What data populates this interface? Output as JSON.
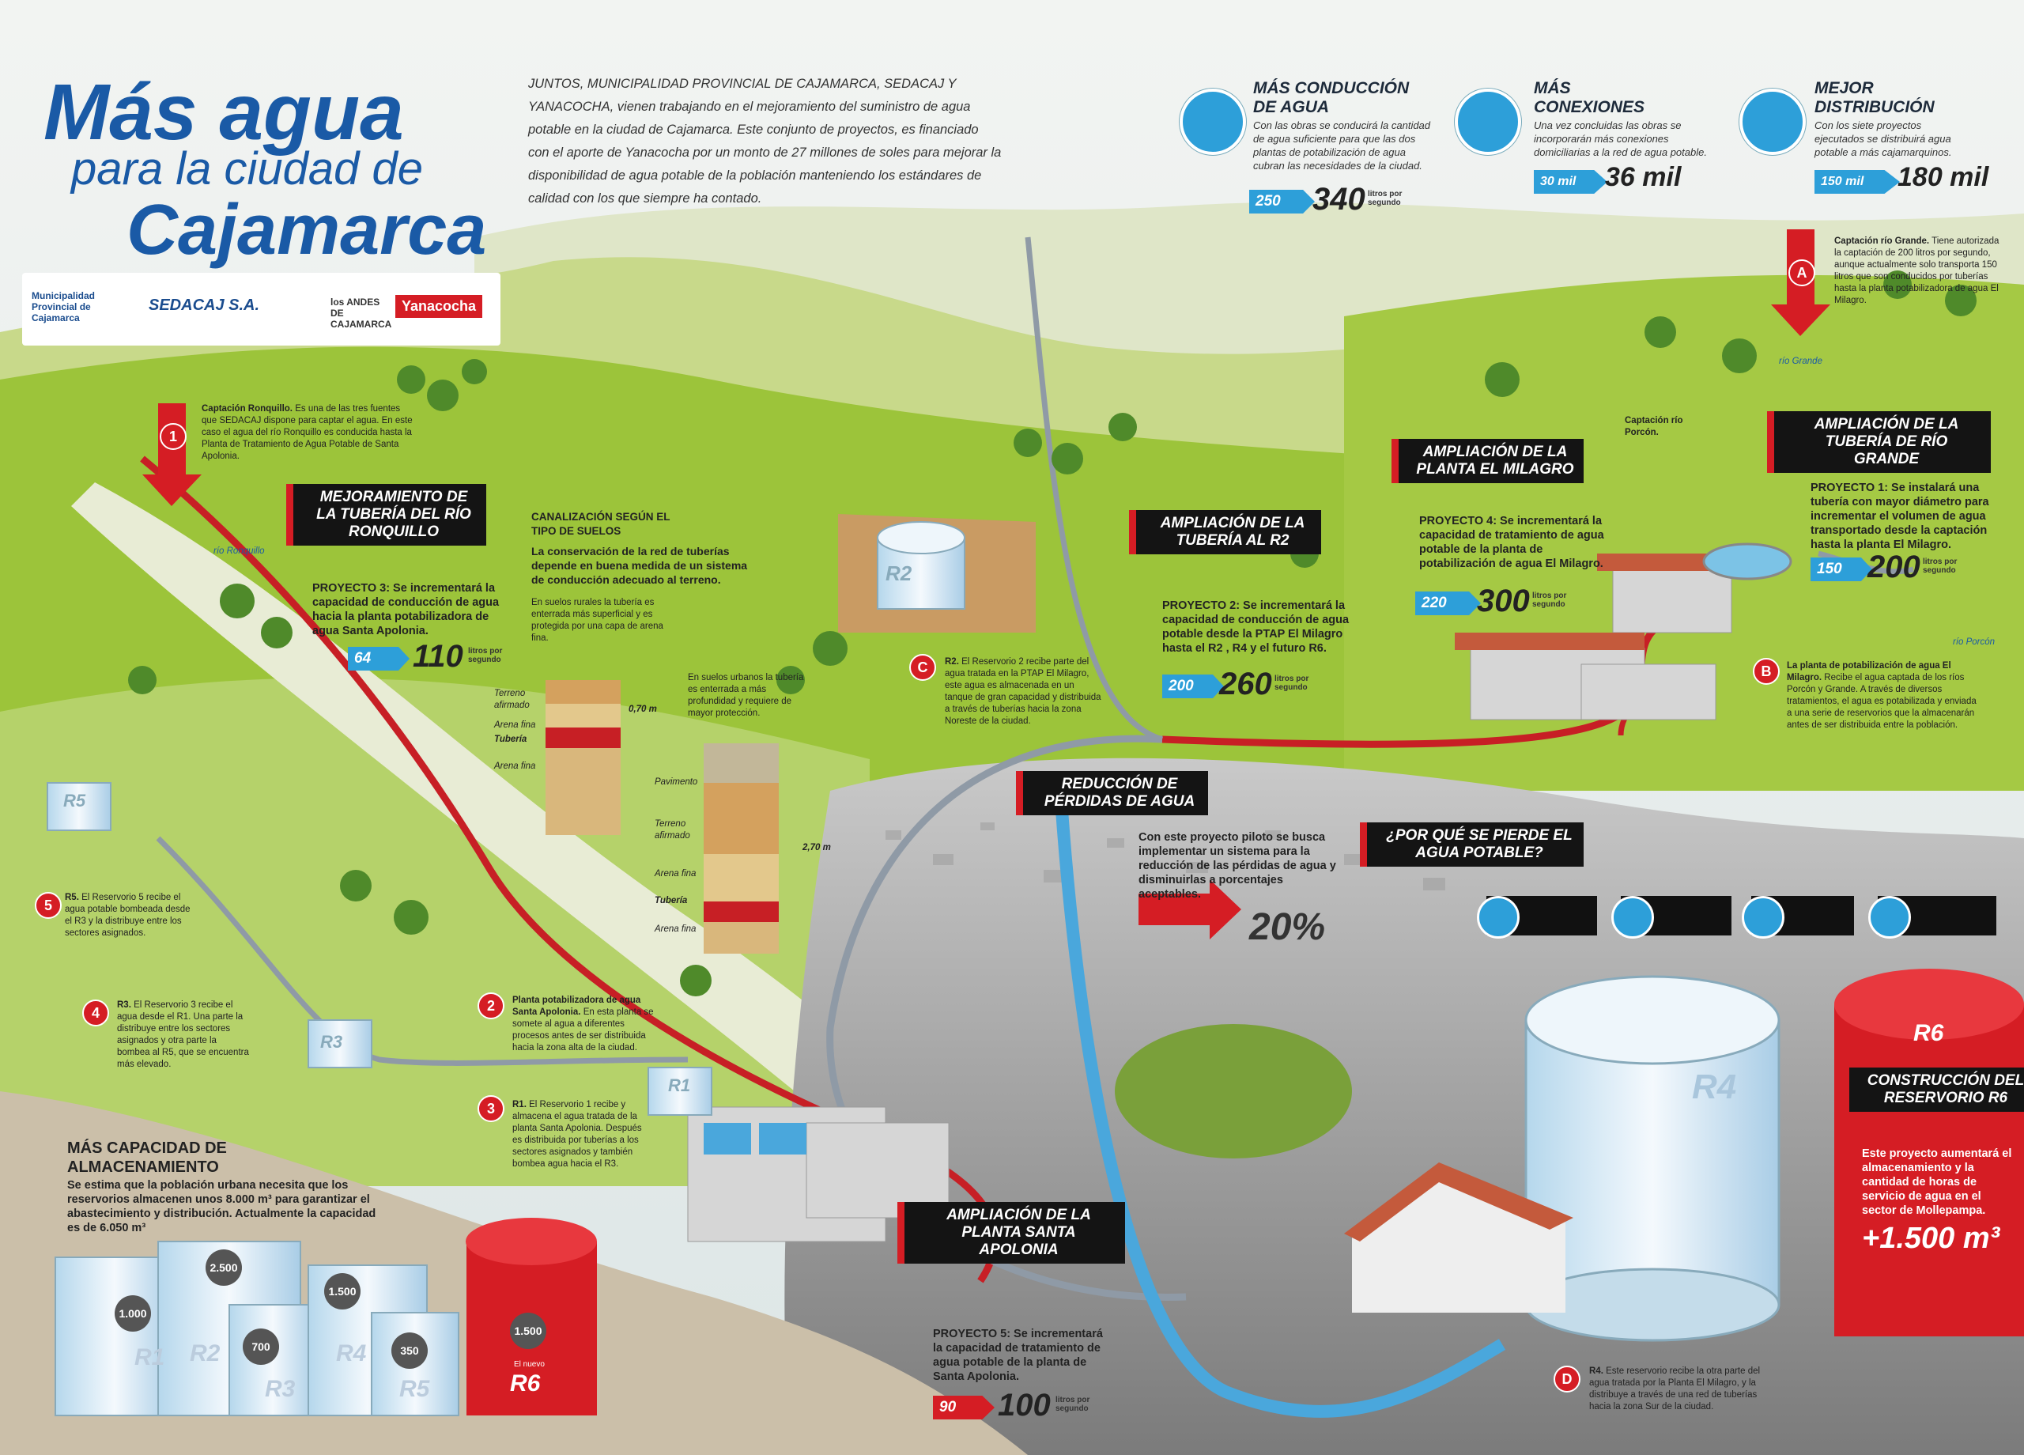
{
  "title": {
    "line1": "Más agua",
    "line2": "para la ciudad de",
    "line3": "Cajamarca"
  },
  "intro": "JUNTOS, MUNICIPALIDAD PROVINCIAL DE CAJAMARCA, SEDACAJ Y YANACOCHA, vienen trabajando en el mejoramiento del suministro de agua potable en la ciudad de Cajamarca. Este conjunto de proyectos, es financiado con el aporte de Yanacocha por un monto de 27 millones de soles para mejorar la disponibilidad de agua potable de la población manteniendo los estándares de calidad con los que siempre ha contado.",
  "logos": {
    "muni": "Municipalidad Provincial de Cajamarca",
    "sedacaj": "SEDACAJ S.A.",
    "andes": "los ANDES DE CAJAMARCA",
    "yanacocha": "Yanacocha"
  },
  "stats": [
    {
      "title": "MÁS CONDUCCIÓN DE AGUA",
      "desc": "Con las obras se conducirá la cantidad de agua suficiente para que las dos plantas de potabilización de agua cubran las necesidades de la ciudad.",
      "old": "250",
      "new": "340",
      "unit": "litros por segundo",
      "icon": "water-drop-icon"
    },
    {
      "title": "MÁS CONEXIONES",
      "desc": "Una vez concluidas las obras se incorporarán más conexiones domiciliarias a la red de agua potable.",
      "old": "30 mil",
      "new": "36 mil",
      "unit": "",
      "icon": "pipe-connections-icon"
    },
    {
      "title": "MEJOR DISTRIBUCIÓN",
      "desc": "Con los siete proyectos ejecutados se distribuirá agua potable a más cajamarquinos.",
      "old": "150 mil",
      "new": "180 mil",
      "unit": "",
      "icon": "faucet-icon"
    }
  ],
  "points": {
    "a": {
      "letter": "A",
      "title": "Captación río Grande.",
      "text": "Tiene autorizada la captación de 200 litros por segundo, aunque actualmente solo transporta 150 litros que son conducidos por tuberías hasta la planta potabilizadora de agua El Milagro."
    },
    "b": {
      "letter": "B",
      "title": "La planta de potabilización de agua El Milagro.",
      "text": "Recibe el agua captada de los ríos Porcón y Grande. A través de diversos tratamientos, el agua es potabilizada y enviada a una serie de reservorios que la almacenarán antes de ser distribuida entre la población."
    },
    "c": {
      "letter": "C",
      "title": "R2.",
      "text": "El Reservorio 2 recibe parte del agua tratada en la PTAP El Milagro, este agua es almacenada en un tanque de gran capacidad y distribuida a través de tuberías hacia la zona Noreste de la ciudad."
    },
    "d": {
      "letter": "D",
      "title": "R4.",
      "text": "Este reservorio recibe la otra parte del agua tratada por la Planta El Milagro, y la distribuye a través de una red de tuberías hacia la zona Sur de la ciudad."
    },
    "p1": {
      "letter": "1",
      "title": "Captación Ronquillo.",
      "text": "Es una de las tres fuentes que SEDACAJ dispone para captar el agua. En este caso el agua del río Ronquillo es conducida hasta la Planta de Tratamiento de Agua Potable de Santa Apolonia."
    },
    "p2": {
      "letter": "2",
      "title": "Planta potabilizadora de agua Santa Apolonia.",
      "text": "En esta planta se somete al agua a diferentes procesos antes de ser distribuida hacia la zona alta de la ciudad."
    },
    "p3": {
      "letter": "3",
      "title": "R1.",
      "text": "El Reservorio 1 recibe y almacena el agua tratada de la planta Santa Apolonia. Después es distribuida por tuberías a los sectores asignados y también bombea agua hacia el R3."
    },
    "p4": {
      "letter": "4",
      "title": "R3.",
      "text": "El Reservorio 3 recibe el agua desde el R1. Una parte la distribuye entre los sectores asignados y otra parte la bombea al R5, que se encuentra más elevado."
    },
    "p5": {
      "letter": "5",
      "title": "R5.",
      "text": "El Reservorio 5 recibe el agua potable bombeada desde el R3 y la distribuye entre los sectores asignados."
    }
  },
  "projects": {
    "ronquillo": {
      "label": "MEJORAMIENTO DE LA TUBERÍA DEL RÍO RONQUILLO",
      "text": "PROYECTO 3: Se incrementará la capacidad de conducción de agua hacia la planta potabilizadora de agua Santa Apolonia.",
      "old": "64",
      "new": "110",
      "unit": "litros por segundo"
    },
    "r2": {
      "label": "AMPLIACIÓN DE LA TUBERÍA AL R2",
      "text": "PROYECTO 2: Se incrementará la capacidad de conducción de agua potable desde la PTAP El Milagro hasta el R2 , R4 y el futuro R6.",
      "old": "200",
      "new": "260",
      "unit": "litros por segundo"
    },
    "milagro": {
      "label": "AMPLIACIÓN DE LA PLANTA EL MILAGRO",
      "text": "PROYECTO 4: Se incrementará la capacidad de tratamiento de agua potable de la planta de potabilización de agua El Milagro.",
      "old": "220",
      "new": "300",
      "unit": "litros por segundo"
    },
    "riogrande": {
      "label": "AMPLIACIÓN DE LA TUBERÍA DE RÍO GRANDE",
      "text": "PROYECTO 1: Se instalará una tubería con mayor diámetro para incrementar el volumen de agua transportado desde la captación hasta la planta El Milagro.",
      "old": "150",
      "new": "200",
      "unit": "litros por segundo"
    },
    "santaapolonia": {
      "label": "AMPLIACIÓN DE LA PLANTA SANTA APOLONIA",
      "text": "PROYECTO 5: Se incrementará la capacidad de tratamiento de agua potable de la planta de Santa Apolonia.",
      "old": "90",
      "new": "100",
      "unit": "litros por segundo"
    },
    "perdidas": {
      "label": "REDUCCIÓN DE PÉRDIDAS DE AGUA",
      "text": "Con este proyecto piloto se busca implementar un sistema para la reducción de las pérdidas de agua y disminuirlas a porcentajes aceptables.",
      "pct": "20%"
    },
    "r6": {
      "label": "CONSTRUCCIÓN DEL RESERVORIO R6",
      "text": "Este proyecto aumentará el almacenamiento y la cantidad de horas de servicio de agua en el sector de Mollepampa.",
      "big": "+1.500 m³"
    }
  },
  "why": {
    "label": "¿POR QUÉ SE PIERDE EL AGUA POTABLE?"
  },
  "canalizacion": {
    "title": "CANALIZACIÓN SEGÚN EL TIPO DE SUELOS",
    "text": "La conservación de la red de tuberías depende en buena medida de un sistema de conducción adecuado al terreno.",
    "rural": "En suelos rurales la tubería es enterrada más superficial y es protegida por una capa de arena fina.",
    "urban": "En suelos urbanos la tubería es enterrada a más profundidad y requiere de mayor protección.",
    "layers_rural": [
      "Terreno afirmado",
      "Arena fina",
      "Tubería",
      "Arena fina"
    ],
    "layers_urban": [
      "Pavimento",
      "Terreno afirmado",
      "Arena fina",
      "Tubería",
      "Arena fina"
    ],
    "depth_rural": "0,70 m",
    "depth_urban": "2,70 m"
  },
  "capacidad": {
    "title": "MÁS CAPACIDAD DE ALMACENAMIENTO",
    "text": "Se estima que la población urbana necesita que los reservorios almacenen unos 8.000 m³ para garantizar el abastecimiento y distribución. Actualmente la capacidad es de 6.050 m³",
    "tanks": [
      {
        "name": "R1",
        "cap": "1.000"
      },
      {
        "name": "R2",
        "cap": "2.500"
      },
      {
        "name": "R3",
        "cap": "700"
      },
      {
        "name": "R4",
        "cap": "1.500"
      },
      {
        "name": "R5",
        "cap": "350"
      },
      {
        "name": "R6",
        "cap": "1.500",
        "note": "El nuevo"
      }
    ],
    "unit": "m³"
  },
  "places": {
    "rio_ronquillo": "río Ronquillo",
    "rio_grande": "río Grande",
    "rio_porcon": "río Porcón",
    "captacion_porcon": "Captación río Porcón.",
    "r1": "R1",
    "r2": "R2",
    "r3": "R3",
    "r4": "R4",
    "r5": "R5",
    "r6": "R6"
  },
  "colors": {
    "title_blue": "#1a5aa6",
    "accent_red": "#d51d24",
    "water_blue": "#2d9fd9",
    "grass": "#9cc43a"
  }
}
